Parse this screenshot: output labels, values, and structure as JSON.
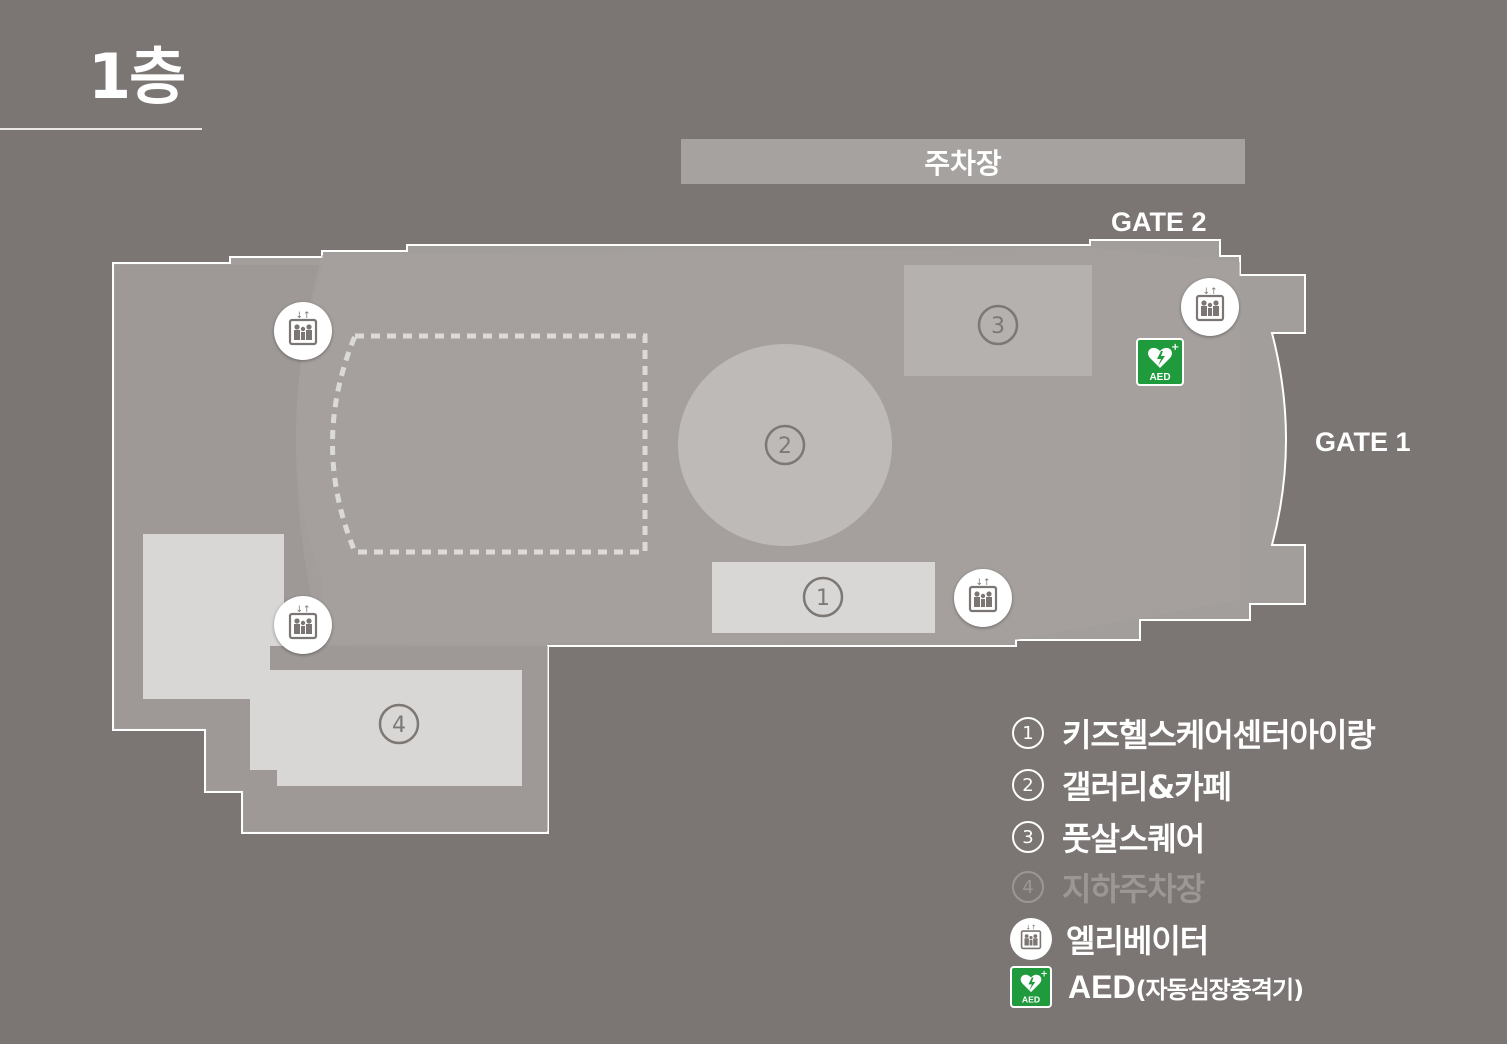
{
  "floor": {
    "title": "1층"
  },
  "parking": {
    "label": "주차장"
  },
  "gates": {
    "gate1": "GATE 1",
    "gate2": "GATE 2"
  },
  "zones": [
    {
      "number": "1"
    },
    {
      "number": "2"
    },
    {
      "number": "3"
    },
    {
      "number": "4"
    }
  ],
  "icons": {
    "elevator": "elevator-icon",
    "aed": "aed-icon",
    "aed_text": "AED"
  },
  "legend": {
    "items": [
      {
        "number": "1",
        "label": "키즈헬스케어센터아이랑"
      },
      {
        "number": "2",
        "label": "갤러리&카페"
      },
      {
        "number": "3",
        "label": "풋살스퀘어"
      },
      {
        "number": "4",
        "label": "지하주차장"
      }
    ],
    "elevator_label": "엘리베이터",
    "aed_label": "AED",
    "aed_sub_label": "(자동심장충격기)"
  },
  "colors": {
    "background": "#7b7673",
    "building": "#a29e9b",
    "zone_fill": "#d8d7d5",
    "aed_green": "#1f9a3d",
    "faded_text": "#9c9794"
  }
}
